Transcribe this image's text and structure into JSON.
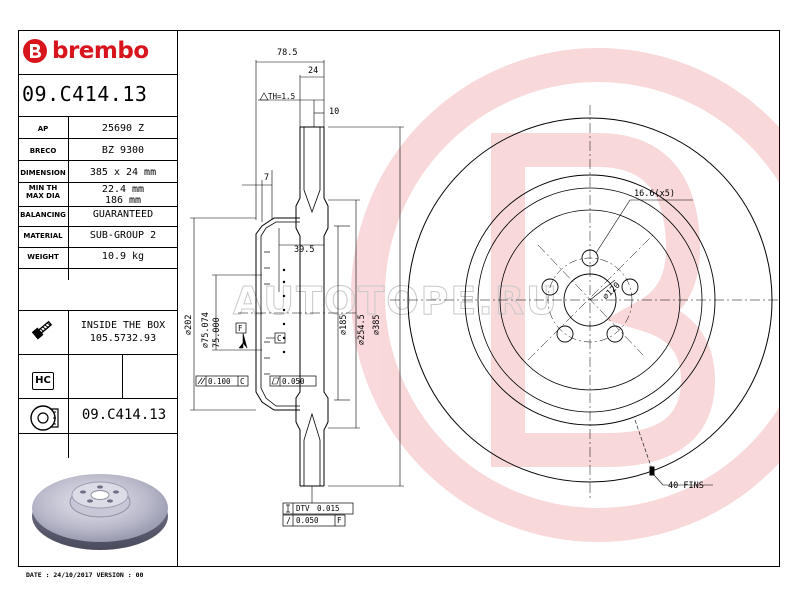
{
  "brand": {
    "name": "brembo",
    "color": "#d8141c"
  },
  "part_number": "09.C414.13",
  "specs": [
    {
      "label": "AP",
      "value": "25690 Z"
    },
    {
      "label": "BRECO",
      "value": "BZ 9300"
    },
    {
      "label": "DIMENSION",
      "value": "385 x 24 mm"
    },
    {
      "label": "MIN TH\nMAX DIA",
      "value": "22.4 mm\n186 mm"
    },
    {
      "label": "BALANCING",
      "value": "GUARANTEED"
    },
    {
      "label": "MATERIAL",
      "value": "SUB-GROUP 2"
    },
    {
      "label": "WEIGHT",
      "value": "10.9 kg"
    }
  ],
  "inside_box": {
    "title": "INSIDE THE BOX",
    "value": "105.5732.93"
  },
  "hc_badge": "HC",
  "part_number_repeat": "09.C414.13",
  "footer": "DATE : 24/10/2017 VERSION : 00",
  "watermark": "AUTOTOPE.RU",
  "dimensions": {
    "overall_width": "78.5",
    "thickness": "24",
    "th": "TH=1.5",
    "step": "10",
    "offset": "7",
    "hub_depth": "39.5",
    "dia_202": "202",
    "dia_75_074": "75.074",
    "dia_75_000": "75.000",
    "dia_185": "185",
    "dia_254_5": "254.5",
    "dia_385": "385",
    "datum_f": "F",
    "datum_c": "C",
    "parallelism": "0.100",
    "parallelism_ref": "C",
    "flatness": "0.050",
    "dtv_label": "DTV",
    "dtv": "0.015",
    "runout": "0.050",
    "runout_ref": "F",
    "holes": "16.6(x5)",
    "pcd": "120",
    "fins": "40 FINS"
  }
}
